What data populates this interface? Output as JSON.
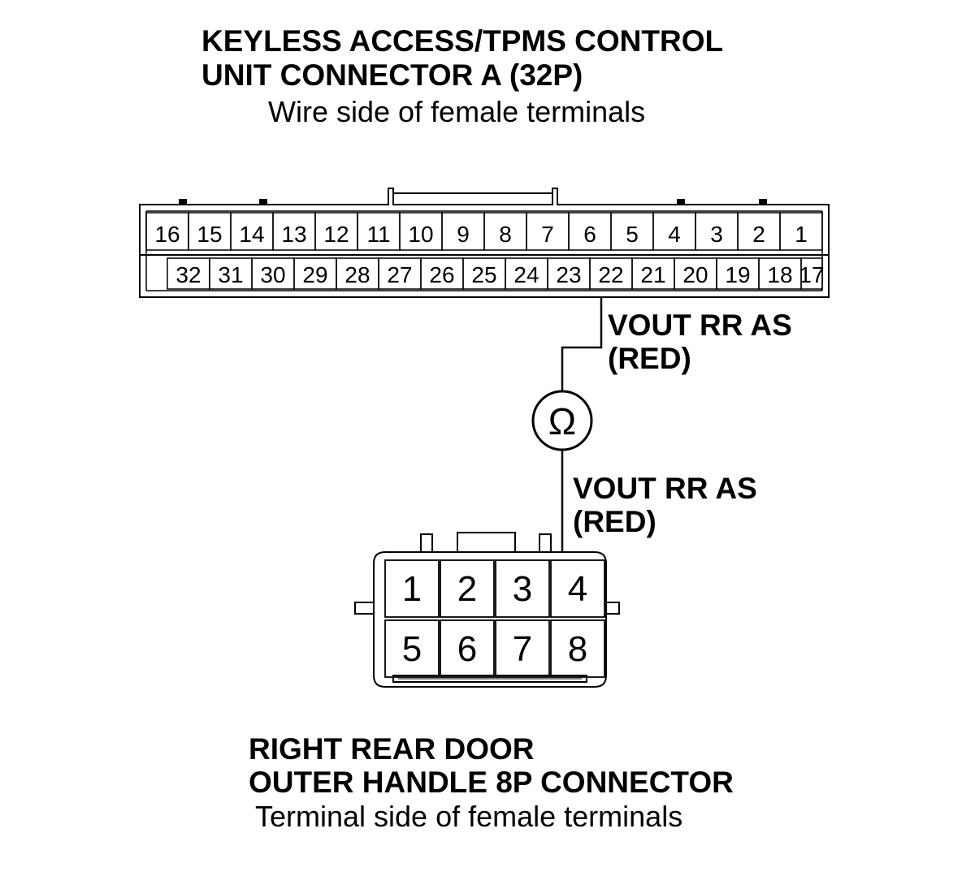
{
  "connector_a": {
    "title_line1": "KEYLESS ACCESS/TPMS CONTROL",
    "title_line2": "UNIT CONNECTOR A (32P)",
    "subtitle": "Wire side of female terminals",
    "top_row": [
      "16",
      "15",
      "14",
      "13",
      "12",
      "11",
      "10",
      "9",
      "8",
      "7",
      "6",
      "5",
      "4",
      "3",
      "2",
      "1"
    ],
    "bottom_row": [
      "32",
      "31",
      "30",
      "29",
      "28",
      "27",
      "26",
      "25",
      "24",
      "23",
      "22",
      "21",
      "20",
      "19",
      "18",
      "17"
    ]
  },
  "wire_upper": {
    "line1": "VOUT RR AS",
    "line2": "(RED)"
  },
  "meter": {
    "symbol": "Ω"
  },
  "wire_lower": {
    "line1": "VOUT RR AS",
    "line2": "(RED)"
  },
  "connector_b": {
    "title_line1": "RIGHT REAR DOOR",
    "title_line2": "OUTER HANDLE 8P CONNECTOR",
    "subtitle": "Terminal side of female terminals",
    "top_row": [
      "1",
      "2",
      "3",
      "4"
    ],
    "bottom_row": [
      "5",
      "6",
      "7",
      "8"
    ]
  }
}
